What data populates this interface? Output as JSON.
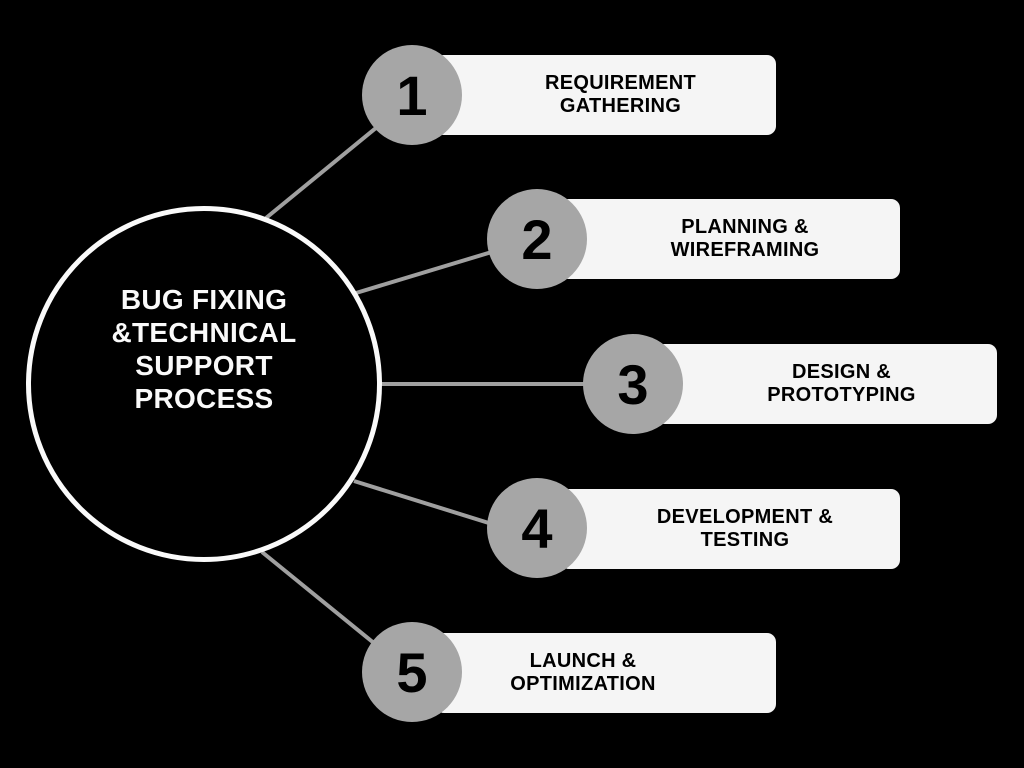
{
  "title": "BUG FIXING &TECHNICAL SUPPORT PROCESS",
  "colors": {
    "background": "#000000",
    "hub_border": "#fafafa",
    "number_circle": "#a6a6a6",
    "connector": "#a0a0a0",
    "pill": "#f5f5f5"
  },
  "steps": [
    {
      "number": "1",
      "label": "REQUIREMENT GATHERING"
    },
    {
      "number": "2",
      "label": "PLANNING & WIREFRAMING"
    },
    {
      "number": "3",
      "label": "DESIGN & PROTOTYPING"
    },
    {
      "number": "4",
      "label": "DEVELOPMENT & TESTING"
    },
    {
      "number": "5",
      "label": "LAUNCH & OPTIMIZATION"
    }
  ]
}
